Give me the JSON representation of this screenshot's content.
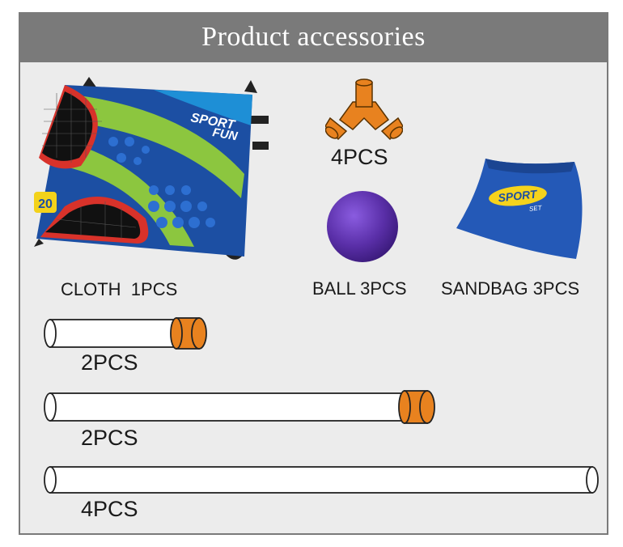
{
  "header": {
    "title": "Product accessories"
  },
  "items": {
    "cloth": {
      "label": "CLOTH  1PCS",
      "print_line1": "SPORT",
      "print_line2": "FUN",
      "print_number": "20"
    },
    "connector": {
      "label": "4PCS"
    },
    "ball": {
      "label": "BALL 3PCS"
    },
    "sandbag": {
      "label": "SANDBAG 3PCS",
      "print_text": "SPORT",
      "print_subtext": "SET"
    },
    "tube_short": {
      "label": "2PCS"
    },
    "tube_medium": {
      "label": "2PCS"
    },
    "tube_long": {
      "label": "4PCS"
    }
  },
  "colors": {
    "header_bg": "#7a7a7a",
    "panel_bg": "#ececec",
    "orange": "#e8821f",
    "ball_purple": "#5a2fa8",
    "cloth_blue": "#1c4fa3",
    "cloth_green": "#8cc63f",
    "cloth_red": "#d8322a",
    "sandbag_blue": "#2459b7"
  }
}
